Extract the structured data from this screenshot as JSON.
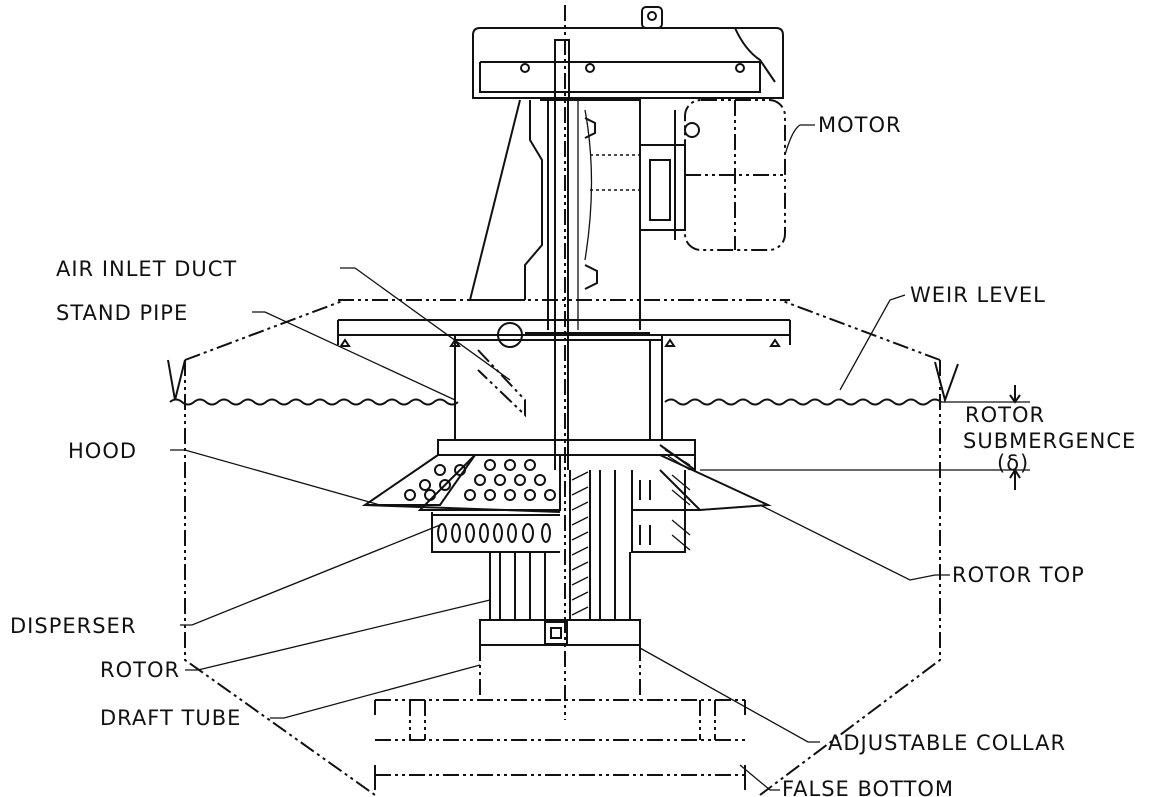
{
  "labels": {
    "motor": "MOTOR",
    "air_inlet_duct": "AIR INLET DUCT",
    "stand_pipe": "STAND PIPE",
    "weir_level": "WEIR LEVEL",
    "hood": "HOOD",
    "rotor_submergence_1": "ROTOR",
    "rotor_submergence_2": "SUBMERGENCE",
    "rotor_submergence_3": "(δ)",
    "rotor_top": "ROTOR TOP",
    "disperser": "DISPERSER",
    "rotor": "ROTOR",
    "draft_tube": "DRAFT TUBE",
    "adjustable_collar": "ADJUSTABLE COLLAR",
    "false_bottom": "FALSE BOTTOM"
  }
}
